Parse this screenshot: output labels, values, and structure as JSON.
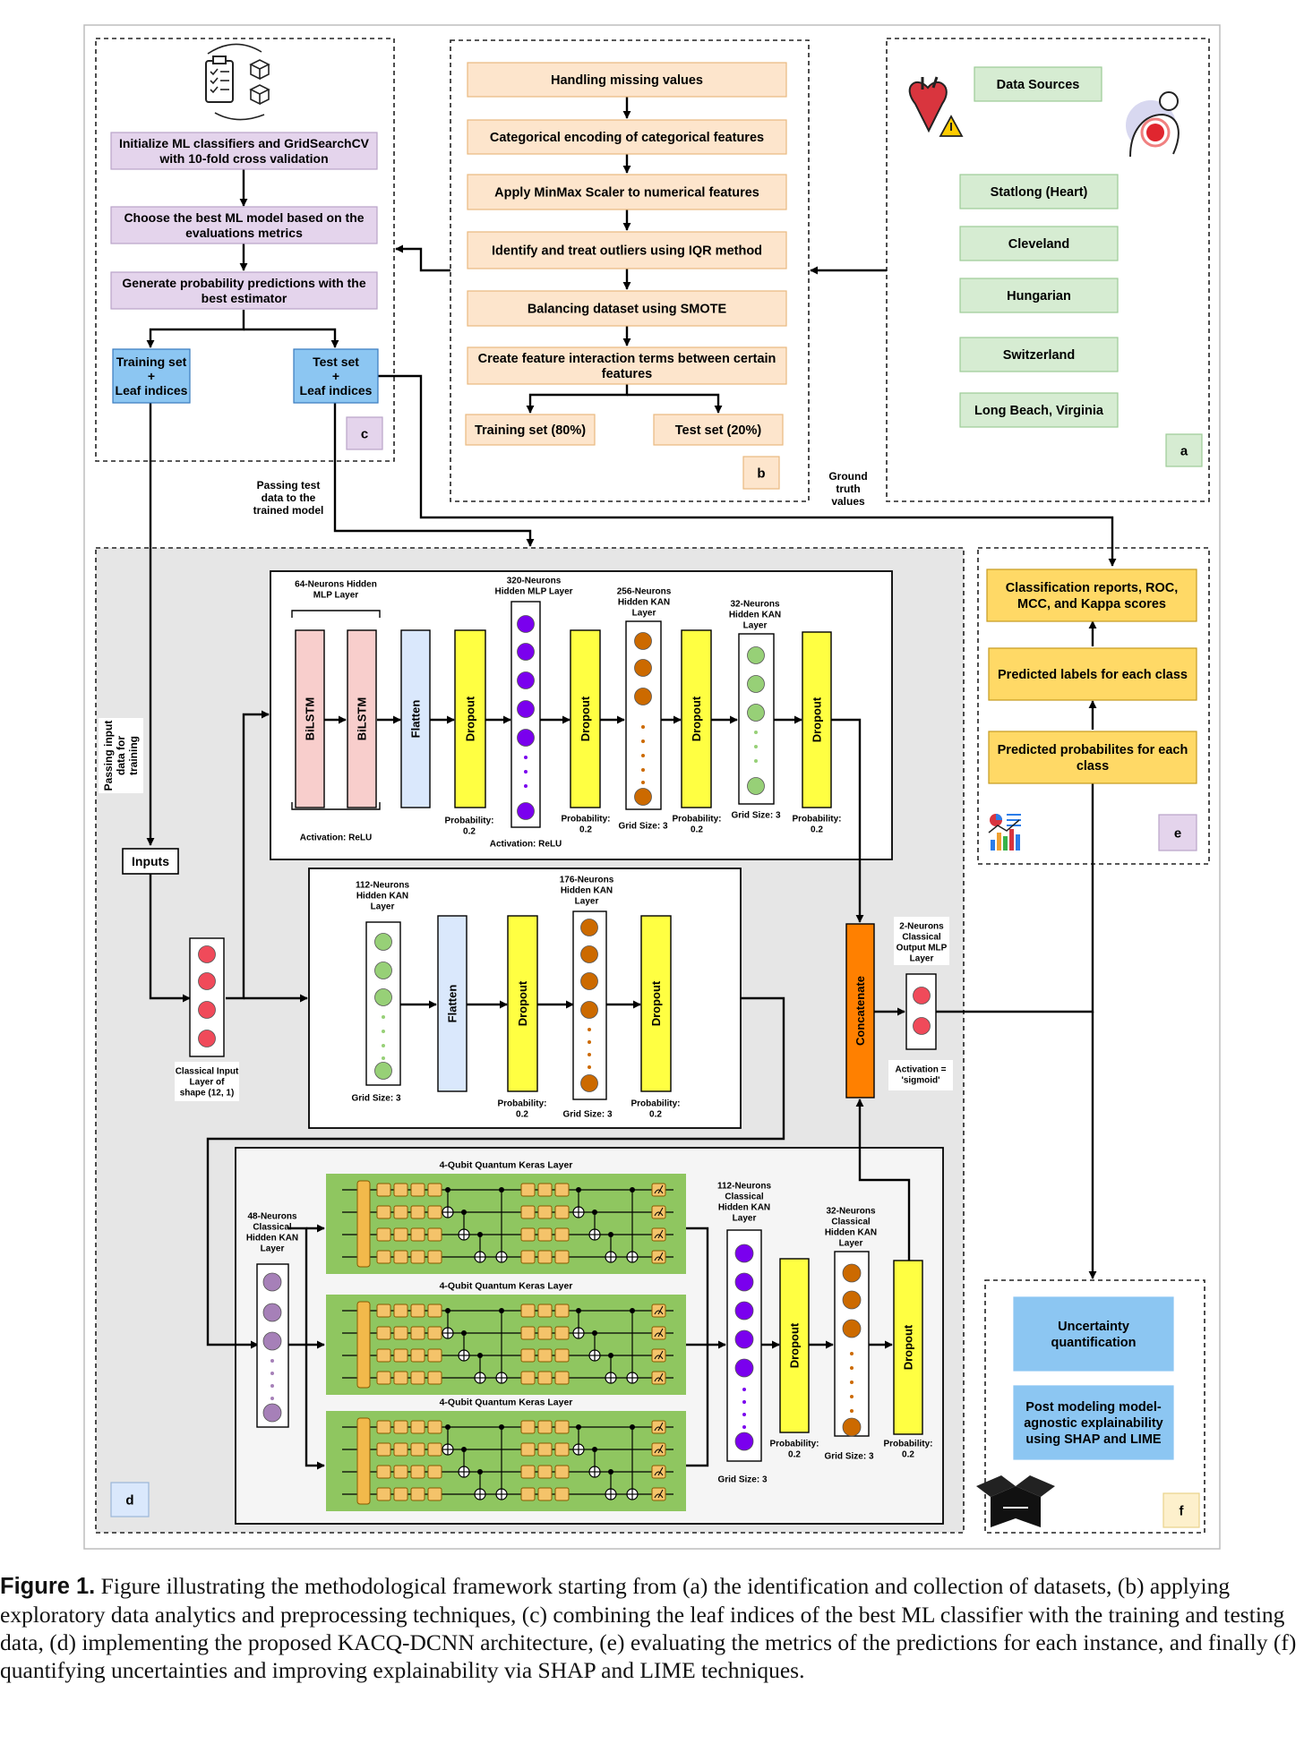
{
  "panel_a": {
    "header": "Data Sources",
    "sources": [
      "Statlong (Heart)",
      "Cleveland",
      "Hungarian",
      "Switzerland",
      "Long Beach, Virginia"
    ],
    "tag": "a",
    "icons": [
      "heart-warning-icon",
      "chest-pain-person-icon"
    ]
  },
  "panel_b": {
    "steps": [
      [
        "Handling missing values"
      ],
      [
        "Categorical encoding of categorical features"
      ],
      [
        "Apply MinMax Scaler to numerical features"
      ],
      [
        "Identify and treat outliers using IQR method"
      ],
      [
        "Balancing dataset using SMOTE"
      ],
      [
        "Create feature interaction terms between certain",
        "features"
      ]
    ],
    "train": "Training set (80%)",
    "test": "Test set (20%)",
    "tag": "b"
  },
  "panel_c": {
    "steps": [
      [
        "Initialize ML classifiers and GridSearchCV",
        "with 10-fold cross validation"
      ],
      [
        "Choose the best ML model based on the",
        "evaluations metrics"
      ],
      [
        "Generate probability predictions with the",
        "best estimator"
      ]
    ],
    "train_box": [
      "Training set",
      "+",
      "Leaf indices"
    ],
    "test_box": [
      "Test set",
      "+",
      "Leaf indices"
    ],
    "tag": "c",
    "icon": "checklist-cubes-icon"
  },
  "flow_labels": {
    "passing_test": [
      "Passing test",
      "data to the",
      "trained model"
    ],
    "ground_truth": [
      "Ground",
      "truth",
      "values"
    ],
    "passing_input": [
      "Passing input",
      "data for",
      "training"
    ]
  },
  "panel_d": {
    "tag": "d",
    "inputs": "Inputs",
    "input_layer": [
      "Classical Input",
      "Layer of",
      "shape (12, 1)"
    ],
    "branch1": {
      "title_64": [
        "64-Neurons Hidden",
        "MLP Layer"
      ],
      "bilstm": "BiLSTM",
      "flatten": "Flatten",
      "dropout": "Dropout",
      "activation_relu": "Activation: ReLU",
      "title_320": [
        "320-Neurons",
        "Hidden MLP Layer"
      ],
      "title_256": [
        "256-Neurons",
        "Hidden KAN",
        "Layer"
      ],
      "title_32": [
        "32-Neurons",
        "Hidden KAN",
        "Layer"
      ],
      "probability": [
        "Probability:",
        "0.2"
      ],
      "grid_size": "Grid Size: 3"
    },
    "branch2": {
      "title_112": [
        "112-Neurons",
        "Hidden KAN",
        "Layer"
      ],
      "title_176": [
        "176-Neurons",
        "Hidden KAN",
        "Layer"
      ],
      "flatten": "Flatten",
      "dropout": "Dropout",
      "probability": [
        "Probability:",
        "0.2"
      ],
      "grid_size": "Grid Size: 3"
    },
    "branch3": {
      "title_48": [
        "48-Neurons",
        "Classical",
        "Hidden KAN",
        "Layer"
      ],
      "quantum_title": "4-Qubit Quantum Keras Layer",
      "title_112": [
        "112-Neurons",
        "Classical",
        "Hidden KAN",
        "Layer"
      ],
      "title_32": [
        "32-Neurons",
        "Classical",
        "Hidden KAN",
        "Layer"
      ],
      "dropout": "Dropout",
      "probability": [
        "Probability:",
        "0.2"
      ],
      "grid_size": "Grid Size: 3"
    },
    "concatenate": "Concatenate",
    "output_title": [
      "2-Neurons",
      "Classical",
      "Output MLP",
      "Layer"
    ],
    "output_activation": [
      "Activation =",
      "'sigmoid'"
    ]
  },
  "panel_e": {
    "items": [
      [
        "Classification reports, ROC,",
        "MCC, and Kappa scores"
      ],
      [
        "Predicted labels for each class"
      ],
      [
        "Predicted probabilites for each",
        "class"
      ]
    ],
    "tag": "e",
    "icon": "analytics-chart-icon"
  },
  "panel_f": {
    "items": [
      [
        "Uncertainty",
        "quantification"
      ],
      [
        "Post modeling model-",
        "agnostic explainability",
        "using SHAP and LIME"
      ]
    ],
    "tag": "f",
    "icon": "open-box-icon"
  },
  "caption": {
    "label": "Figure 1.",
    "text": "Figure illustrating the methodological framework starting from (a) the identification and collection of datasets, (b) applying exploratory data analytics and preprocessing techniques, (c) combining the leaf indices of the best ML classifier with the training and testing data, (d) implementing the proposed KACQ-DCNN architecture, (e) evaluating the metrics of the predictions for each instance, and finally (f) quantifying uncertainties and improving explainability via SHAP and LIME techniques."
  },
  "colors": {
    "preprocess": "#fde5cc",
    "preprocess_border": "#e9b97f",
    "ml": "#e4d4ec",
    "ml_border": "#b9a3c9",
    "source": "#d6ecd2",
    "source_border": "#9ccc96",
    "leaf": "#8cc6f2",
    "leaf_border": "#3a7bbf",
    "eval": "#ffd966",
    "eval_border": "#c49a1f",
    "blue_box": "#8cc6f2",
    "dropout": "#ffff42",
    "flatten": "#dae8fc",
    "bilstm": "#f8cecc",
    "concat": "#ff8000",
    "purple": "#7a00ee",
    "brown": "#cc6a00",
    "green": "#97d077",
    "red": "#f04a5a",
    "lilac": "#a680b8",
    "quantum": "#8fc660",
    "panel_d_bg": "#e6e6e6"
  }
}
